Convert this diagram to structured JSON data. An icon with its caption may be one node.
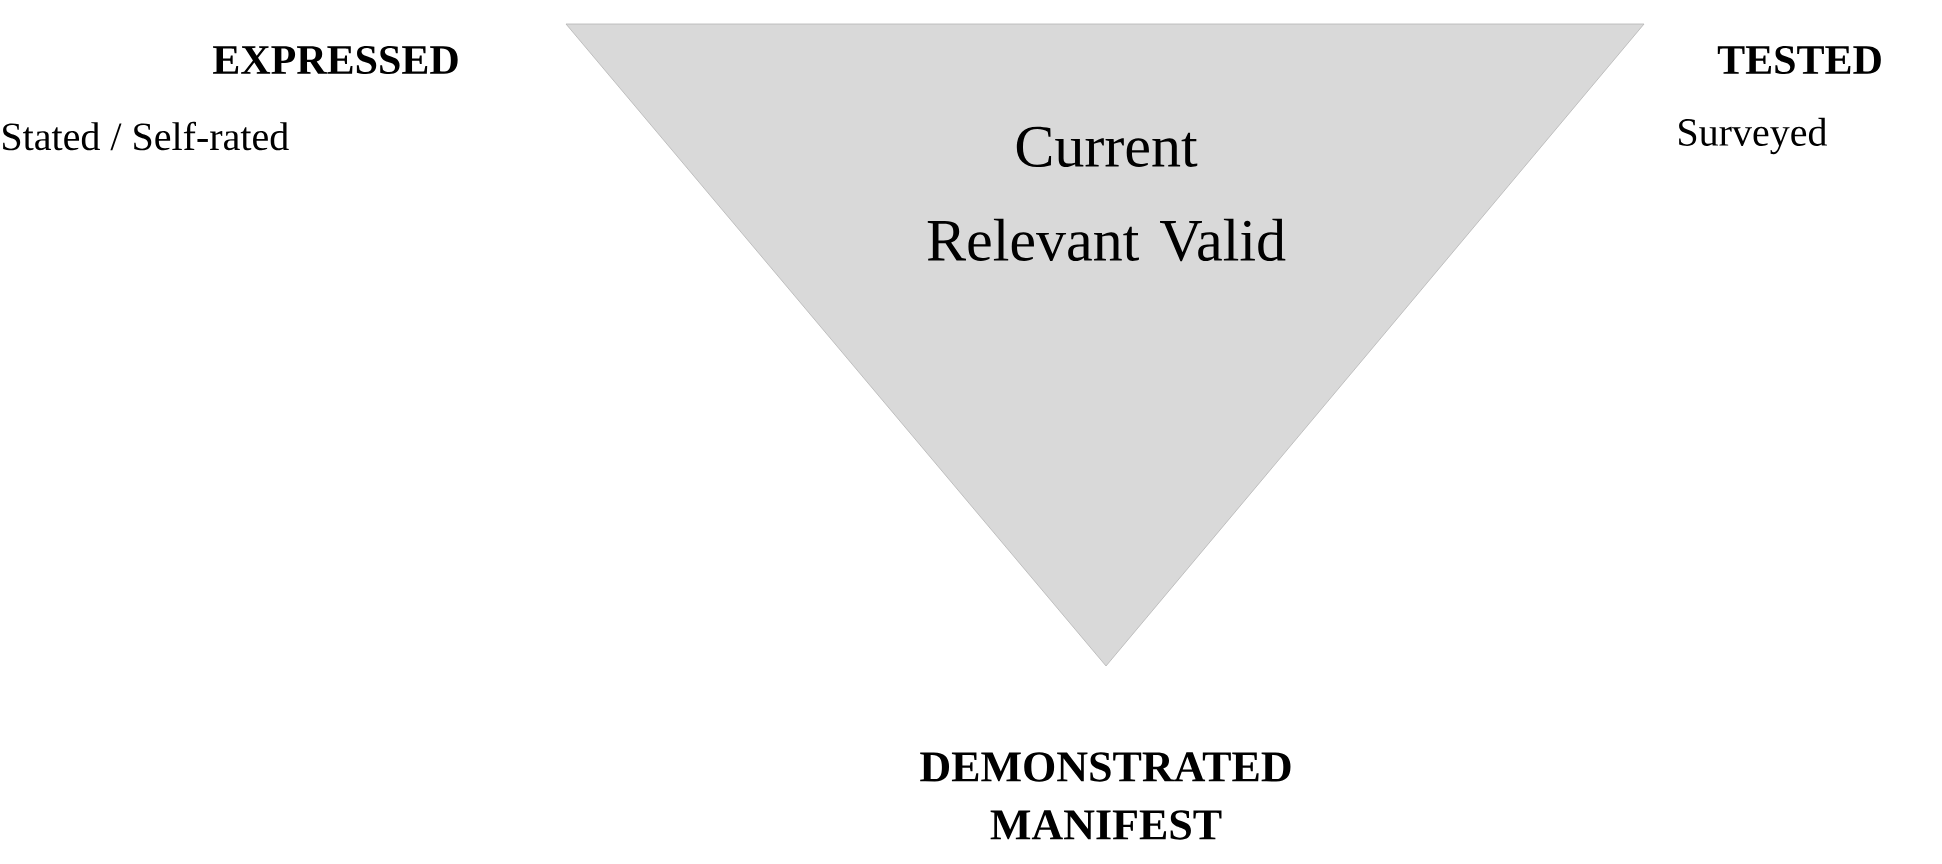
{
  "diagram": {
    "nodes": [
      {
        "text": [
          "Current Relevant Valid"
        ]
      }
    ],
    "labels": [
      "EXPRESSED",
      "Stated / Self-rated",
      "TESTED",
      "Surveyed",
      "DEMONSTRATED MANIFEST"
    ]
  }
}
